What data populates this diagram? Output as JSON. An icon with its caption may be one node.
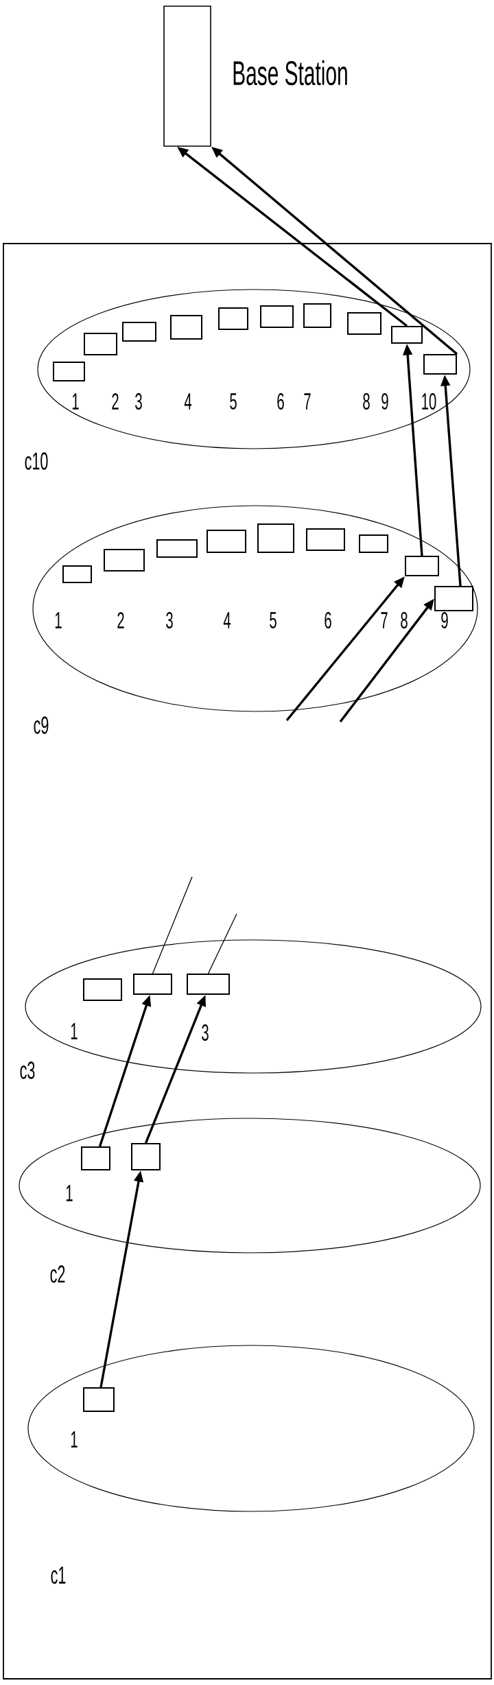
{
  "diagram": {
    "nodes": [
      {
        "text": [
          "Base Station"
        ]
      },
      {
        "text": [],
        "shape": "box"
      },
      {
        "text": [
          "c10"
        ],
        "in": 1
      },
      {
        "text": [
          "1"
        ],
        "in": 2
      },
      {
        "text": [
          "2"
        ],
        "in": 2
      },
      {
        "text": [
          "3"
        ],
        "in": 2
      },
      {
        "text": [
          "4"
        ],
        "in": 2
      },
      {
        "text": [
          "5"
        ],
        "in": 2
      },
      {
        "text": [
          "6"
        ],
        "in": 2
      },
      {
        "text": [
          "7"
        ],
        "in": 2
      },
      {
        "text": [
          "8"
        ],
        "in": 2
      },
      {
        "text": [
          "9"
        ],
        "in": 2
      },
      {
        "text": [
          "10"
        ],
        "in": 2
      },
      {
        "text": [
          "c9"
        ],
        "in": 1
      },
      {
        "text": [
          "1"
        ],
        "in": 13
      },
      {
        "text": [
          "2"
        ],
        "in": 13
      },
      {
        "text": [
          "3"
        ],
        "in": 13
      },
      {
        "text": [
          "4"
        ],
        "in": 13
      },
      {
        "text": [
          "5"
        ],
        "in": 13
      },
      {
        "text": [
          "6"
        ],
        "in": 13
      },
      {
        "text": [
          "7"
        ],
        "in": 13
      },
      {
        "text": [
          "8"
        ],
        "in": 13
      },
      {
        "text": [
          "9"
        ],
        "in": 13
      },
      {
        "text": [
          "c3"
        ],
        "in": 1
      },
      {
        "text": [
          "1"
        ],
        "in": 23
      },
      {
        "text": [],
        "shape": "box",
        "in": 23
      },
      {
        "text": [
          "3"
        ],
        "in": 23
      },
      {
        "text": [
          "c2"
        ],
        "in": 1
      },
      {
        "text": [
          "1"
        ],
        "in": 27
      },
      {
        "text": [],
        "shape": "box",
        "in": 27
      },
      {
        "text": [
          "c1"
        ],
        "in": 1
      },
      {
        "text": [
          "1"
        ],
        "in": 30
      }
    ],
    "edges": [
      {
        "from": 11,
        "to": 0,
        "arrow": "to"
      },
      {
        "from": 12,
        "to": 0,
        "arrow": "to"
      },
      {
        "from": 21,
        "to": 11,
        "arrow": "to"
      },
      {
        "from": 22,
        "to": 12,
        "arrow": "to"
      },
      {
        "from": null,
        "to": 21,
        "arrow": "to"
      },
      {
        "from": null,
        "to": 22,
        "arrow": "to"
      },
      {
        "from": 25,
        "to": null,
        "arrow": "none"
      },
      {
        "from": 26,
        "to": null,
        "arrow": "none"
      },
      {
        "from": 28,
        "to": 25,
        "arrow": "to"
      },
      {
        "from": 29,
        "to": 26,
        "arrow": "to"
      },
      {
        "from": 31,
        "to": 29,
        "arrow": "to"
      }
    ]
  }
}
